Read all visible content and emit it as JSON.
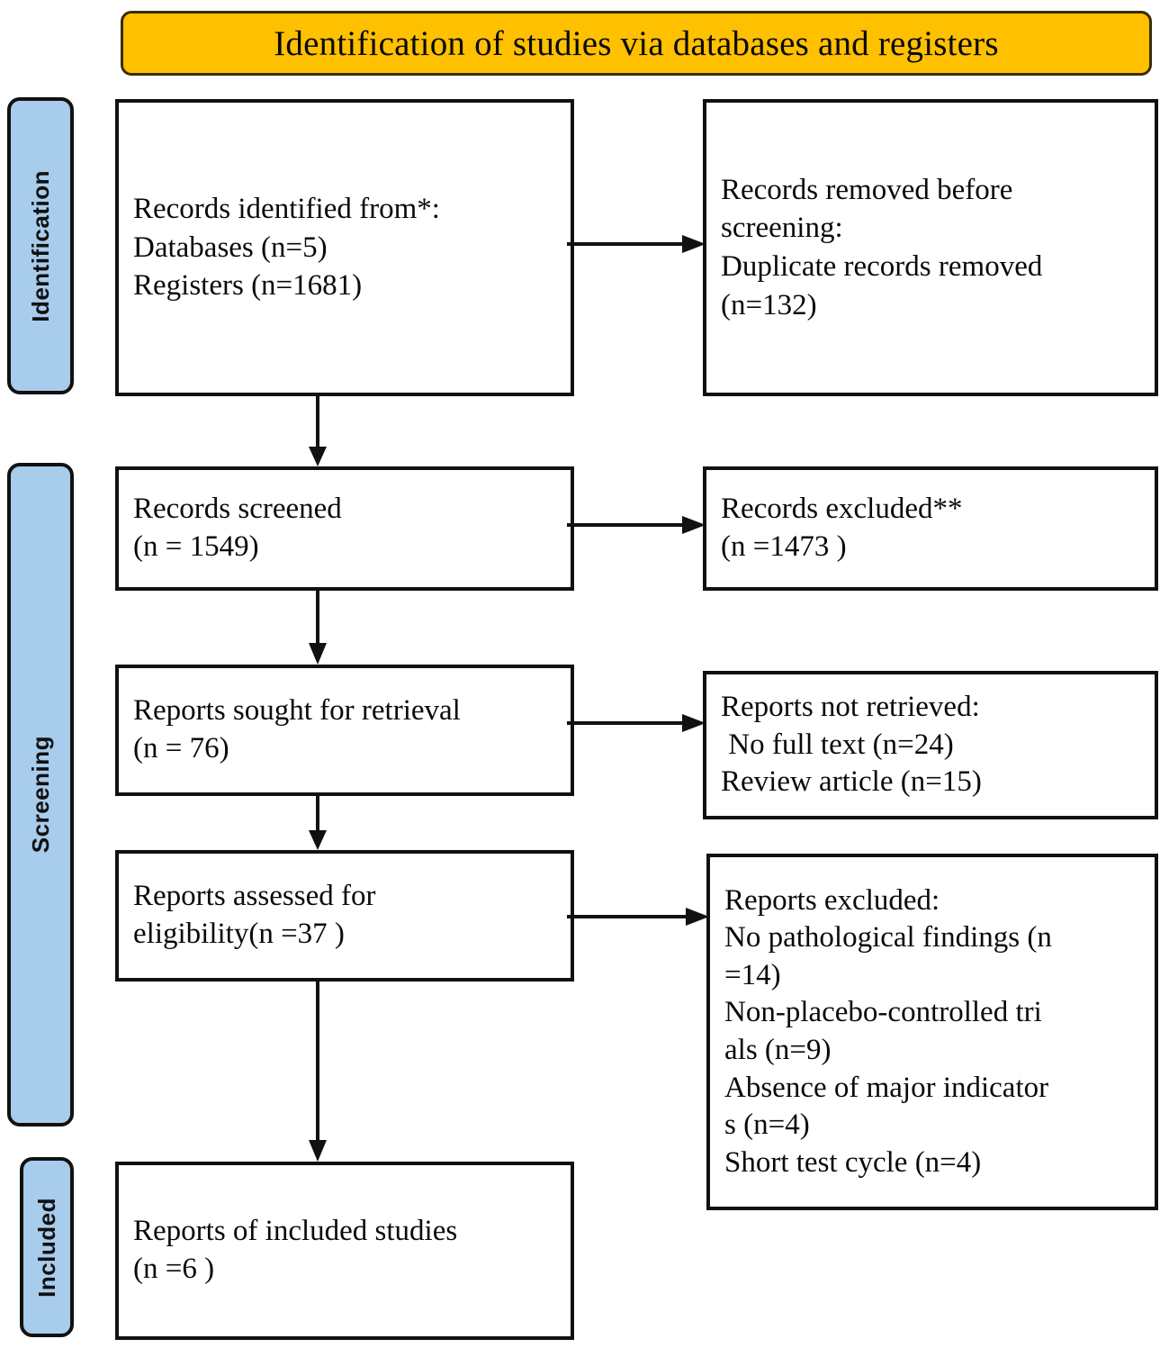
{
  "header": {
    "title": "Identification of studies via databases and registers",
    "background_color": "#FFC000"
  },
  "stages": {
    "background_color": "#A8CCEC",
    "identification": "Identification",
    "screening": "Screening",
    "included": "Included"
  },
  "boxes": {
    "identified": {
      "lines": [
        "Records identified from*:",
        "Databases (n=5)",
        "Registers (n=1681)"
      ]
    },
    "removed": {
      "lines": [
        "Records removed before",
        "screening:",
        "Duplicate records removed",
        "(n=132)"
      ]
    },
    "screened": {
      "lines": [
        "Records screened",
        "(n = 1549)"
      ]
    },
    "excluded": {
      "lines": [
        "Records excluded**",
        "(n =1473 )"
      ]
    },
    "sought": {
      "lines": [
        "Reports sought for retrieval",
        "(n = 76)"
      ]
    },
    "not_retrieved": {
      "lines": [
        "Reports not retrieved:",
        " No full text (n=24)",
        "Review article (n=15)"
      ]
    },
    "assessed": {
      "lines": [
        "Reports assessed for",
        "eligibility(n =37 )"
      ]
    },
    "reports_excluded": {
      "lines": [
        "Reports excluded:",
        "No pathological findings (n",
        "=14)",
        "Non-placebo-controlled tri",
        "als (n=9)",
        "Absence of major indicator",
        "s (n=4)",
        "Short test cycle (n=4)"
      ]
    },
    "included": {
      "lines": [
        "Reports of included studies",
        "(n =6 )"
      ]
    }
  },
  "chart_data": {
    "type": "diagram",
    "title": "Identification of studies via databases and registers",
    "diagram_kind": "PRISMA 2020 flow diagram",
    "stages": [
      "Identification",
      "Screening",
      "Included"
    ],
    "nodes": [
      {
        "id": "identified",
        "stage": "Identification",
        "label": "Records identified from*",
        "counts": {
          "Databases": 5,
          "Registers": 1681
        }
      },
      {
        "id": "removed",
        "stage": "Identification",
        "label": "Records removed before screening: Duplicate records removed",
        "counts": {
          "Duplicate records removed": 132
        }
      },
      {
        "id": "screened",
        "stage": "Screening",
        "label": "Records screened",
        "counts": {
          "n": 1549
        }
      },
      {
        "id": "excluded",
        "stage": "Screening",
        "label": "Records excluded**",
        "counts": {
          "n": 1473
        }
      },
      {
        "id": "sought",
        "stage": "Screening",
        "label": "Reports sought for retrieval",
        "counts": {
          "n": 76
        }
      },
      {
        "id": "not_retrieved",
        "stage": "Screening",
        "label": "Reports not retrieved",
        "counts": {
          "No full text": 24,
          "Review article": 15
        }
      },
      {
        "id": "assessed",
        "stage": "Screening",
        "label": "Reports assessed for eligibility",
        "counts": {
          "n": 37
        }
      },
      {
        "id": "reports_excluded",
        "stage": "Screening",
        "label": "Reports excluded",
        "counts": {
          "No pathological findings": 14,
          "Non-placebo-controlled trials": 9,
          "Absence of major indicators": 4,
          "Short test cycle": 4
        }
      },
      {
        "id": "included",
        "stage": "Included",
        "label": "Reports of included studies",
        "counts": {
          "n": 6
        }
      }
    ],
    "edges": [
      {
        "from": "identified",
        "to": "removed",
        "direction": "right"
      },
      {
        "from": "identified",
        "to": "screened",
        "direction": "down"
      },
      {
        "from": "screened",
        "to": "excluded",
        "direction": "right"
      },
      {
        "from": "screened",
        "to": "sought",
        "direction": "down"
      },
      {
        "from": "sought",
        "to": "not_retrieved",
        "direction": "right"
      },
      {
        "from": "sought",
        "to": "assessed",
        "direction": "down"
      },
      {
        "from": "assessed",
        "to": "reports_excluded",
        "direction": "right"
      },
      {
        "from": "assessed",
        "to": "included",
        "direction": "down"
      }
    ]
  }
}
